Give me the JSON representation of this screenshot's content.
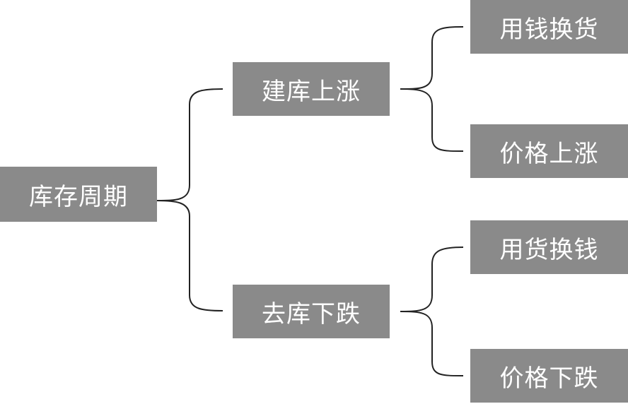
{
  "diagram": {
    "root": {
      "label": "库存周期"
    },
    "branches": [
      {
        "label": "建库上涨",
        "children": [
          {
            "label": "用钱换货"
          },
          {
            "label": "价格上涨"
          }
        ]
      },
      {
        "label": "去库下跌",
        "children": [
          {
            "label": "用货换钱"
          },
          {
            "label": "价格下跌"
          }
        ]
      }
    ],
    "colors": {
      "node_fill": "#8a8a8a",
      "node_text": "#ffffff",
      "connector": "#222222",
      "background": "#ffffff"
    }
  }
}
